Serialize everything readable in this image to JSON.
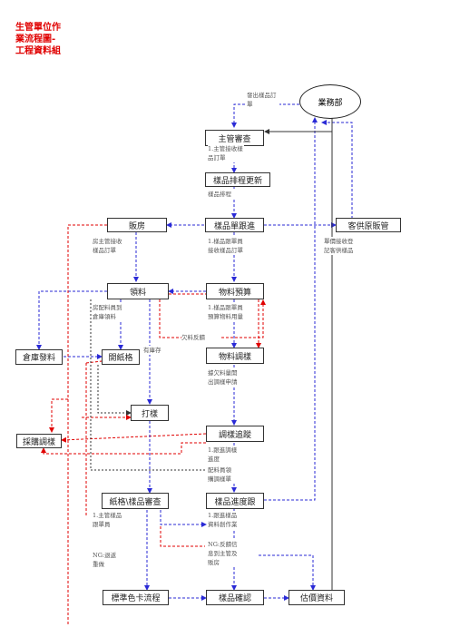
{
  "title": "生管單位作業流程圖-工程資料組",
  "nodes": {
    "sales": "業務部",
    "supervisor_review": "主管審查",
    "schedule_update": "樣品排程更新",
    "warehouse": "販房",
    "sample_tracking": "樣品單跟進",
    "customer_support": "客供原販管",
    "requisition": "領料",
    "material_budget": "物料預算",
    "warehouse_issue": "倉庫發料",
    "cutting": "開紙格",
    "material_adjust": "物料調樣",
    "sewing": "打樣",
    "purchase_adjust": "採購調樣",
    "adjust_tracking": "調樣追蹤",
    "pattern_review": "紙格\\樣品審查",
    "sample_progress": "樣品進度跟",
    "standard_color": "標準色卡流程",
    "sample_confirm": "樣品確認",
    "quote": "估價資料"
  },
  "notes": {
    "issue_order": "發出樣品訂單",
    "receive_order": "1.主管接收樣品訂單",
    "schedule": "樣品排程",
    "warehouse_note": "房主管接收樣品訂單",
    "tracking_note": "1.樣品跟單員接收樣品訂單",
    "customer_note": "單價接收登記客供樣品",
    "requisition_note": "房配料員到倉庫領料",
    "budget_note": "1.樣品跟單員預算物料用量",
    "shortage": "欠料反饋",
    "stock": "有庫存",
    "adjust_note": "據欠料量開出調樣申請",
    "adjust_tracking_note": "1.跟進調樣進度",
    "material_note": "配料員領",
    "purchase_note": "購調樣單",
    "review_note": "1.主管樣品跟單員",
    "progress_note": "1.跟進樣品資料創作業",
    "ng_feedback": "NG:反饋信息到主管及販房",
    "ng_redo": "NG:退返重做"
  },
  "colors": {
    "blue": "#2a2ad6",
    "red": "#e00000",
    "line": "#333333"
  }
}
